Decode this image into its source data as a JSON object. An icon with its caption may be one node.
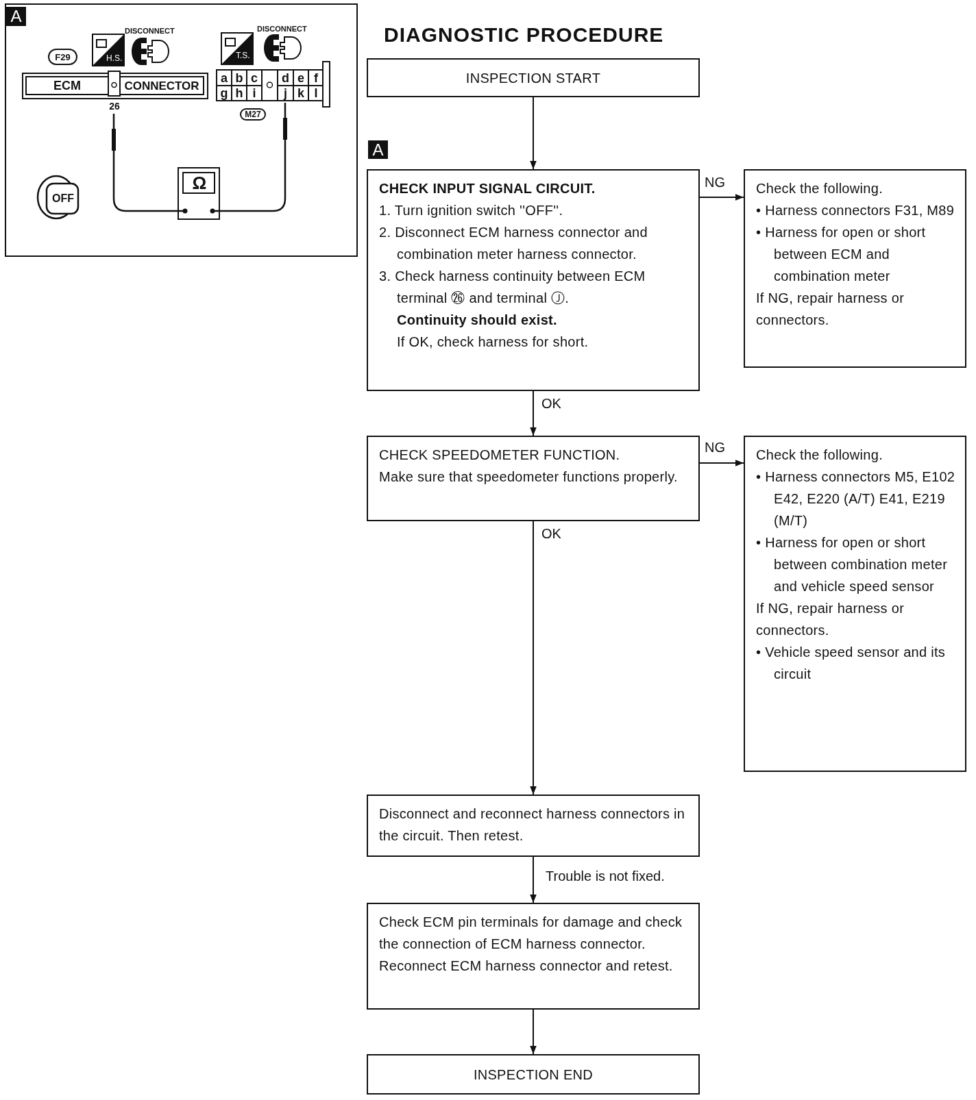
{
  "diagram": {
    "title": "DIAGNOSTIC PROCEDURE",
    "nodes": [
      {
        "text": [
          "INSPECTION START"
        ]
      },
      {
        "text": [
          "CHECK INPUT SIGNAL CIRCUIT.",
          "1. Turn ignition switch ''OFF''.",
          "2. Disconnect ECM harness connector and combination meter harness connector.",
          "3. Check harness continuity between ECM terminal ㉖ and terminal Ⓙ.",
          "Continuity should exist.",
          "If OK, check harness for short."
        ]
      },
      {
        "text": [
          "Check the following.",
          "• Harness connectors F31, M89",
          "• Harness for open or short between ECM and combination meter",
          "If NG, repair harness or connectors."
        ]
      },
      {
        "text": [
          "CHECK SPEEDOMETER FUNCTION.",
          "Make sure that speedometer functions properly."
        ]
      },
      {
        "text": [
          "Check the following.",
          "• Harness connectors M5, E102 E42, E220 (A/T) E41, E219 (M/T)",
          "• Harness for open or short between combination meter and vehicle speed sensor",
          "If NG, repair harness or connectors.",
          "• Vehicle speed sensor and its circuit"
        ]
      },
      {
        "text": [
          "Disconnect and reconnect harness connectors in the circuit. Then retest."
        ]
      },
      {
        "text": [
          "Check ECM pin terminals for damage and check the connection of ECM harness connector. Reconnect ECM harness connector and retest."
        ]
      },
      {
        "text": [
          "INSPECTION END"
        ]
      }
    ],
    "edges": [
      {
        "from": 0,
        "to": 1,
        "arrow": "to"
      },
      {
        "from": 1,
        "to": 2,
        "arrow": "to",
        "label": "NG"
      },
      {
        "from": 1,
        "to": 3,
        "arrow": "to",
        "label": "OK"
      },
      {
        "from": 3,
        "to": 4,
        "arrow": "to",
        "label": "NG"
      },
      {
        "from": 3,
        "to": 5,
        "arrow": "to",
        "label": "OK"
      },
      {
        "from": 5,
        "to": 6,
        "arrow": "to",
        "label": "Trouble is not fixed."
      },
      {
        "from": 6,
        "to": 7,
        "arrow": "to"
      }
    ],
    "labels": [
      "A",
      "DISCONNECT",
      "DISCONNECT",
      "F29",
      "H.S.",
      "T.S.",
      "ECM",
      "CONNECTOR",
      "a",
      "b",
      "c",
      "d",
      "e",
      "f",
      "g",
      "h",
      "i",
      "j",
      "k",
      "l",
      "26",
      "M27",
      "Ω",
      "OFF",
      "A"
    ]
  }
}
